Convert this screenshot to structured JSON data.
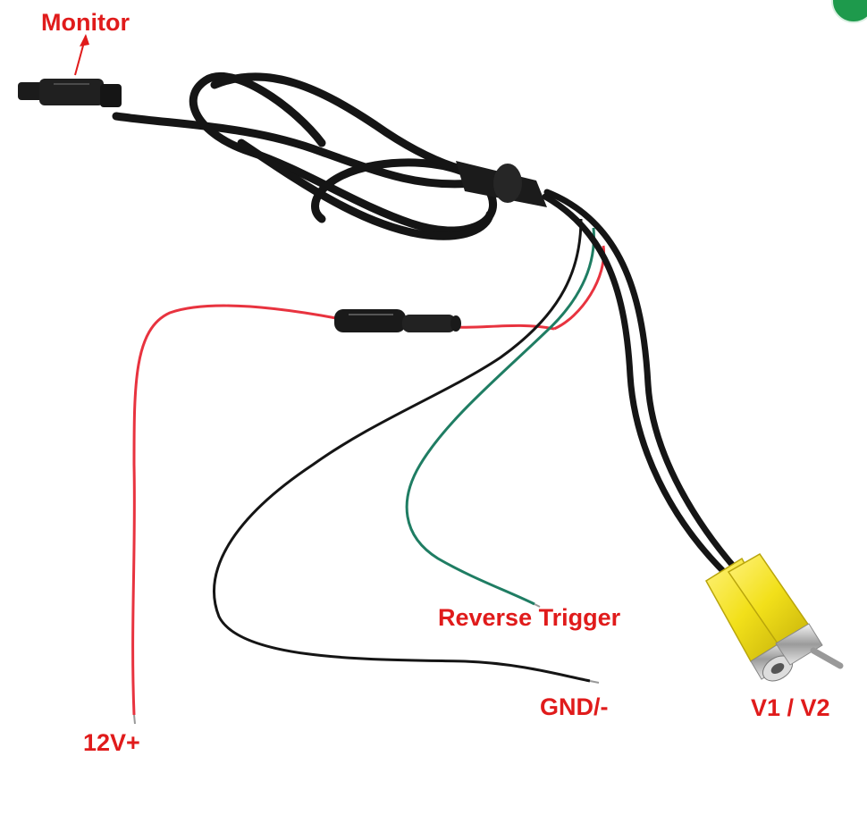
{
  "labels": {
    "monitor": "Monitor",
    "reverse_trigger": "Reverse Trigger",
    "gnd": "GND/-",
    "v1_v2": "V1 / V2",
    "power": "12V+"
  },
  "colors": {
    "label": "#e01b1b",
    "cable": "#151515",
    "red_wire": "#e8333f",
    "green_wire": "#1f7d63",
    "rca_yellow": "#f2e01a",
    "badge": "#1e9a4c"
  }
}
